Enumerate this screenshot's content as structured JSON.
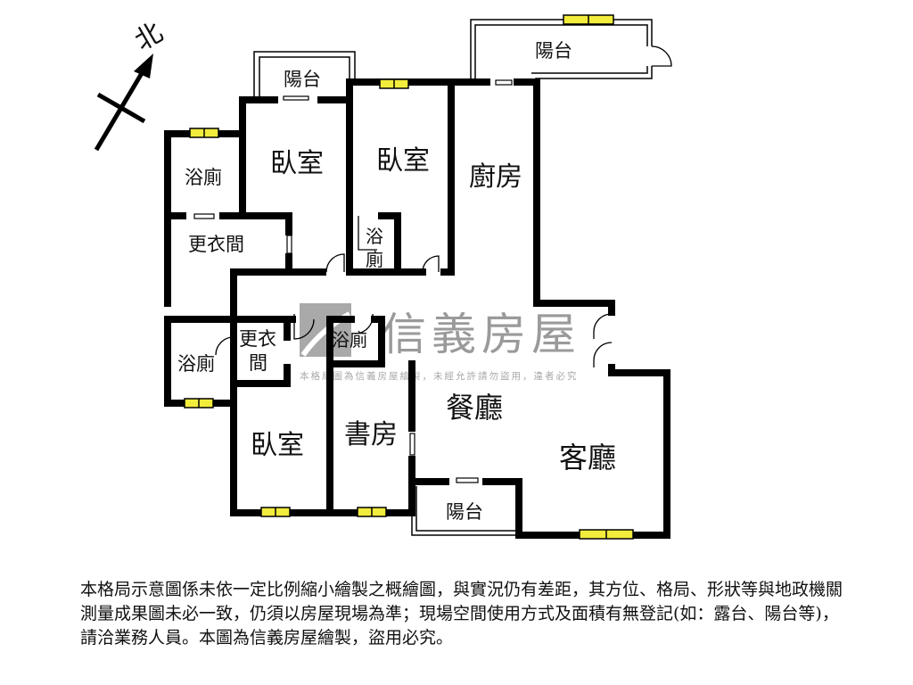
{
  "compass": {
    "label": "北",
    "icon": "north-arrow-icon"
  },
  "rooms": {
    "balcony_top_left": "陽台",
    "balcony_top_right": "陽台",
    "balcony_bottom": "陽台",
    "bath_1": "浴廁",
    "bedroom_1": "臥室",
    "bedroom_2": "臥室",
    "bath_small": [
      "浴",
      "廁"
    ],
    "kitchen": "廚房",
    "closet_1": "更衣間",
    "bath_2": "浴廁",
    "closet_2": [
      "更衣",
      "間"
    ],
    "bath_3": "浴廁",
    "dining": "餐廳",
    "living": "客廳",
    "bedroom_3": "臥室",
    "study": "書房"
  },
  "watermark": {
    "brand": "信義房屋",
    "notice": "本格局圖為信義房屋繪製，未經允許請勿盜用，違者必究"
  },
  "colors": {
    "wall": "#000000",
    "window_fill": "#f2ec3c",
    "watermark": "#9a9a9a"
  },
  "disclaimer": "本格局示意圖係未依一定比例縮小繪製之概繪圖，與實況仍有差距，其方位、格局、形狀等與地政機關測量成果圖未必一致，仍須以房屋現場為準；現場空間使用方式及面積有無登記(如：露台、陽台等)，請洽業務人員。本圖為信義房屋繪製，盜用必究。"
}
